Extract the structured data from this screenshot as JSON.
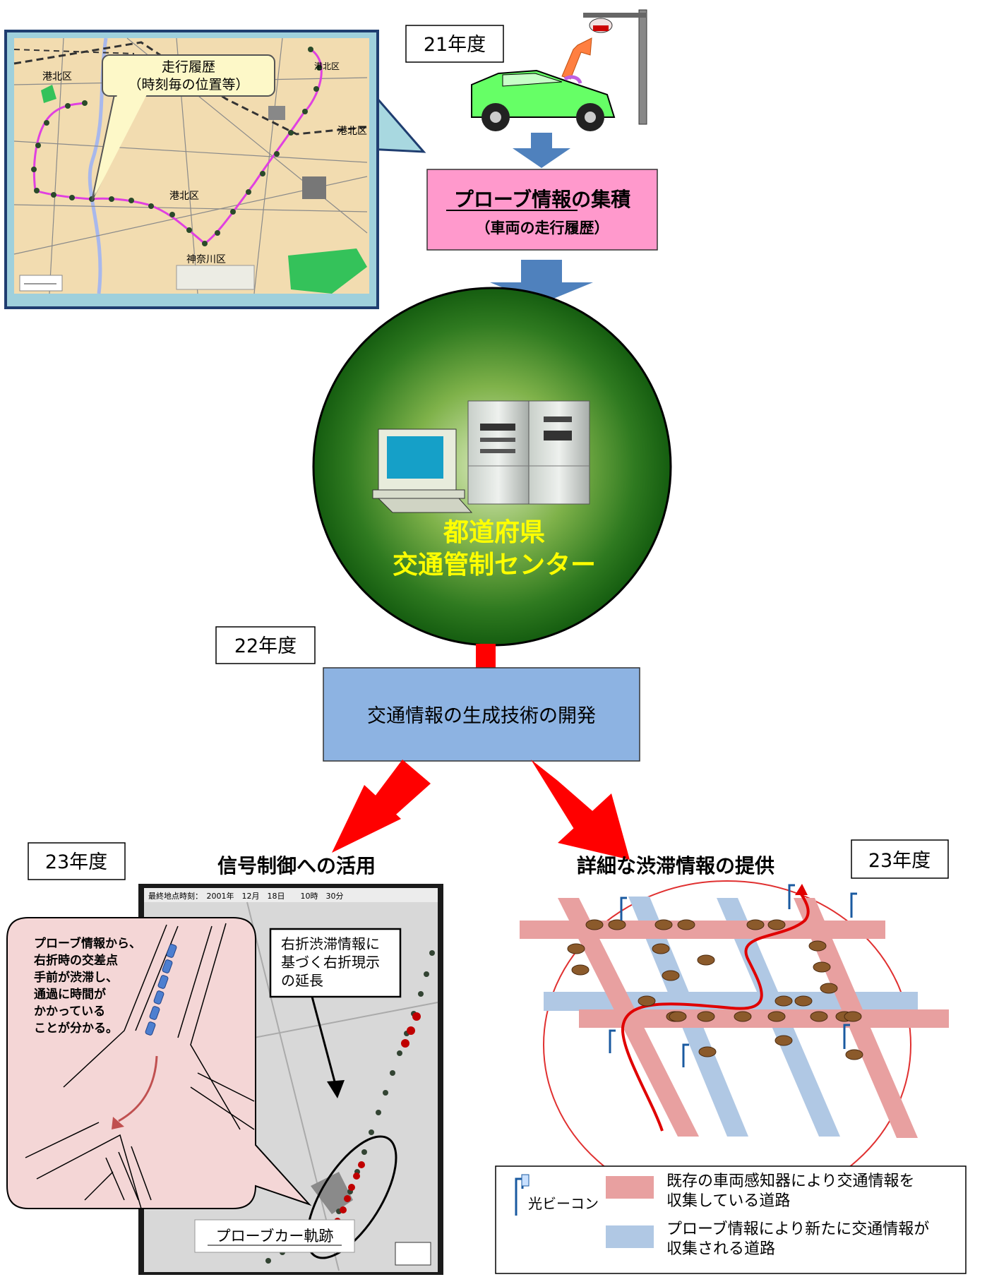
{
  "top": {
    "year_label": "21年度",
    "map_callout": [
      "走行履歴",
      "（時刻毎の位置等）"
    ],
    "map_place_labels": [
      "港北区",
      "港北区",
      "神奈川区",
      "港北区",
      "港北区"
    ],
    "probe_box": {
      "title": "プローブ情報の集積",
      "subtitle": "（車両の走行履歴）"
    }
  },
  "center": {
    "label": [
      "都道府県",
      "交通管制センター"
    ]
  },
  "mid": {
    "year_label": "22年度",
    "dev_box": "交通情報の生成技術の開発"
  },
  "left": {
    "year_label": "23年度",
    "title": "信号制御への活用",
    "screen_header": "最終地点時刻：　2001年　12月　18日　　10時　30分",
    "bubble_lines": [
      "プローブ情報から、",
      "右折時の交差点",
      "手前が渋滞し、",
      "通過に時間が",
      "かかっている",
      "ことが分かる。"
    ],
    "callout_lines": [
      "右折渋滞情報に",
      "基づく右折現示",
      "の延長"
    ],
    "trace_label": "プローブカー軌跡"
  },
  "right": {
    "year_label": "23年度",
    "title": "詳細な渋滞情報の提供"
  },
  "legend": {
    "beacon_label": "光ビーコン",
    "existing_lines": [
      "既存の車両感知器により交通情報を",
      "収集している道路"
    ],
    "probe_lines": [
      "プローブ情報により新たに交通情報が",
      "収集される道路"
    ],
    "colors": {
      "existing": "#e8a0a0",
      "probe": "#b0c8e4"
    }
  },
  "colors": {
    "probe_box_fill": "#ff99cc",
    "dev_box_fill": "#8db3e2",
    "arrow_blue": "#4f81bd",
    "arrow_red": "#ff0000",
    "center_text": "#ffff00"
  }
}
